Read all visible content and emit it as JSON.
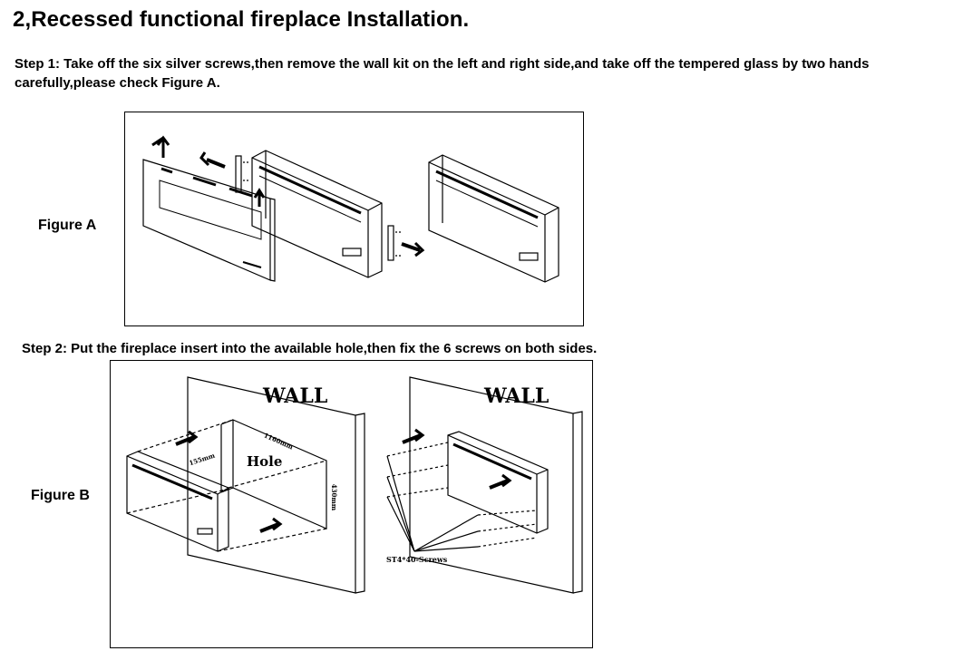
{
  "title": "2,Recessed functional fireplace Installation.",
  "step1": {
    "text": "Step 1: Take off the six silver screws,then remove the wall kit on the left and right side,and take off the tempered glass by two hands carefully,please check Figure A."
  },
  "figure_a": {
    "label": "Figure A"
  },
  "step2": {
    "text": "Step 2: Put the fireplace insert into the available hole,then fix the 6 screws on both sides."
  },
  "figure_b": {
    "label": "Figure B",
    "wall_left": "WALL",
    "wall_right": "WALL",
    "hole_label": "Hole",
    "dim_width": "1160mm",
    "dim_depth": "155mm",
    "dim_height": "430mm",
    "screws_label": "ST4*40-Screws"
  }
}
